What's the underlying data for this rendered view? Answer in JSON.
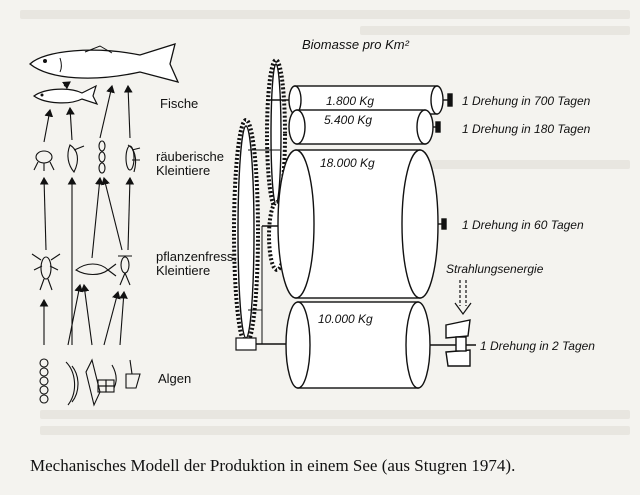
{
  "diagram": {
    "title": "Biomasse pro Km²",
    "levels": [
      {
        "label": "Fische"
      },
      {
        "label": "räuberische Kleintiere"
      },
      {
        "label": "pflanzenfress. Kleintiere"
      },
      {
        "label": "Algen"
      }
    ],
    "drums": [
      {
        "mass": "1.800 Kg",
        "rotation": "1 Drehung in 700 Tagen"
      },
      {
        "mass": "5.400 Kg",
        "rotation": "1 Drehung in 180 Tagen"
      },
      {
        "mass": "18.000 Kg",
        "rotation": "1 Drehung in 60 Tagen"
      },
      {
        "mass": "10.000 Kg",
        "rotation": "1 Drehung in 2 Tagen"
      }
    ],
    "energy_label": "Strahlungsenergie"
  },
  "caption": "Mechanisches Modell der Produktion in einem See (aus Stugren 1974)."
}
